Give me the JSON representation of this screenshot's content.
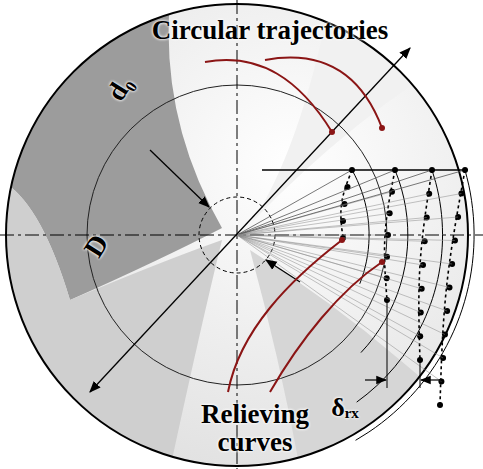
{
  "diagram": {
    "labels": [
      "Circular trajectories",
      "d₀",
      "D",
      "δᵣₓ",
      "Relieving curves"
    ]
  }
}
